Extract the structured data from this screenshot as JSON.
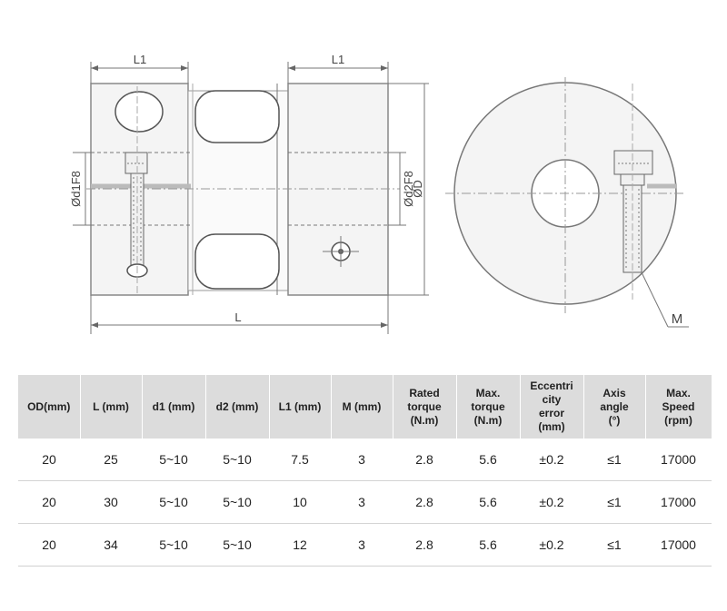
{
  "drawing": {
    "labels": {
      "l1_left": "L1",
      "l1_right": "L1",
      "bore_left": "Ød1F8",
      "bore_right": "Ød2F8",
      "outer_diameter": "ØD",
      "length": "L",
      "screw": "M"
    }
  },
  "table": {
    "headers": [
      "OD(mm)",
      "L (mm)",
      "d1 (mm)",
      "d2 (mm)",
      "L1 (mm)",
      "M (mm)",
      "Rated\ntorque\n(N.m)",
      "Max.\ntorque\n(N.m)",
      "Eccentri\ncity\nerror\n(mm)",
      "Axis\nangle\n(°)",
      "Max.\nSpeed\n(rpm)"
    ],
    "rows": [
      [
        "20",
        "25",
        "5~10",
        "5~10",
        "7.5",
        "3",
        "2.8",
        "5.6",
        "±0.2",
        "≤1",
        "17000"
      ],
      [
        "20",
        "30",
        "5~10",
        "5~10",
        "10",
        "3",
        "2.8",
        "5.6",
        "±0.2",
        "≤1",
        "17000"
      ],
      [
        "20",
        "34",
        "5~10",
        "5~10",
        "12",
        "3",
        "2.8",
        "5.6",
        "±0.2",
        "≤1",
        "17000"
      ]
    ]
  }
}
